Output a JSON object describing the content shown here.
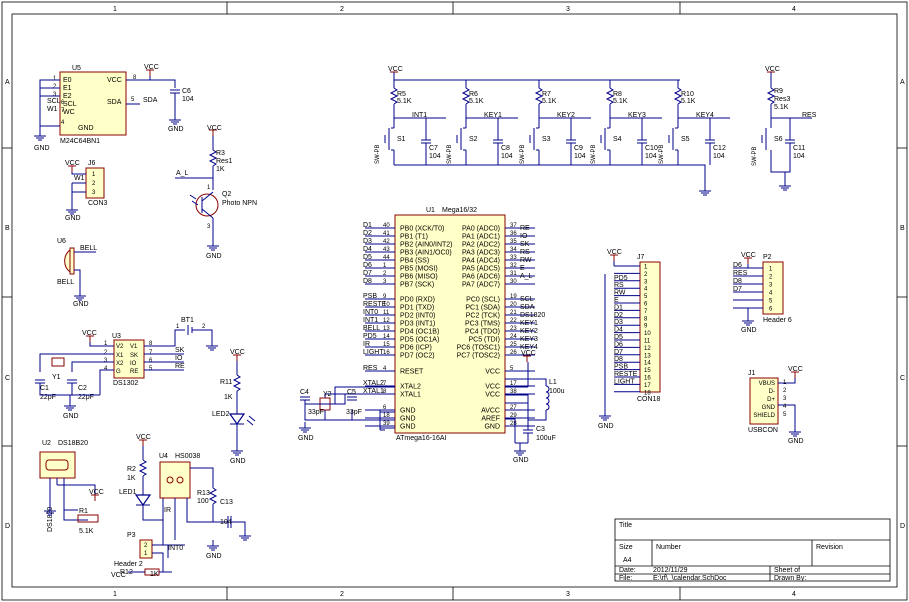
{
  "zones": {
    "cols": [
      "1",
      "2",
      "3",
      "4"
    ],
    "rows": [
      "A",
      "B",
      "C",
      "D"
    ]
  },
  "power": {
    "vcc": "VCC",
    "gnd": "GND"
  },
  "u5": {
    "des": "U5",
    "part": "M24C64BN1",
    "pins": {
      "e0": "E0",
      "e1": "E1",
      "e2": "E2",
      "scl": "SCL",
      "wc": "WC",
      "gnd": "GND",
      "vcc": "VCC",
      "sda": "SDA"
    },
    "nums": {
      "p1": "1",
      "p2": "2",
      "p3": "3",
      "p6": "6",
      "p7": "7",
      "p4": "4",
      "p8": "8",
      "p5": "5"
    },
    "nets": {
      "scl": "SCL",
      "wc": "W1",
      "sda": "SDA"
    }
  },
  "c6": {
    "des": "C6",
    "val": "104"
  },
  "j6": {
    "des": "J6",
    "part": "CON3",
    "pins": [
      "1",
      "2",
      "3"
    ],
    "net": "W1"
  },
  "r3": {
    "des": "R3",
    "val": "Res1",
    "val2": "1K"
  },
  "q2": {
    "des": "Q2",
    "part": "Photo NPN",
    "net": "A_L",
    "pins": [
      "1",
      "3"
    ]
  },
  "u6": {
    "des": "U6",
    "part": "BELL",
    "net": "BELL"
  },
  "keys": {
    "s1": {
      "des": "S1",
      "r": "R5",
      "rv": "5.1K",
      "c": "C7",
      "cv": "104",
      "net": "INT1",
      "sw": "SW-PB"
    },
    "s2": {
      "des": "S2",
      "r": "R6",
      "rv": "5.1K",
      "c": "C8",
      "cv": "104",
      "net": "KEY1",
      "sw": "SW-PB"
    },
    "s3": {
      "des": "S3",
      "r": "R7",
      "rv": "5.1K",
      "c": "C9",
      "cv": "104",
      "net": "KEY2",
      "sw": "SW-PB"
    },
    "s4": {
      "des": "S4",
      "r": "R8",
      "rv": "5.1K",
      "c": "C10",
      "cv": "104",
      "net": "KEY3",
      "sw": "SW-PB"
    },
    "s5": {
      "des": "S5",
      "r": "R10",
      "rv": "5.1K",
      "c": "C12",
      "cv": "104",
      "net": "KEY4",
      "sw": "SW-PB"
    },
    "s6": {
      "des": "S6",
      "r": "R9",
      "rv": "Res3",
      "rv2": "5.1K",
      "c": "C11",
      "cv": "104",
      "net": "RES",
      "sw": "SW-PB"
    }
  },
  "u1": {
    "des": "U1",
    "part": "Mega16/32",
    "footer": "ATmega16-16AI",
    "left": [
      {
        "net": "D1",
        "num": "40",
        "pin": "PB0 (XCK/T0)"
      },
      {
        "net": "D2",
        "num": "41",
        "pin": "PB1 (T1)"
      },
      {
        "net": "D3",
        "num": "42",
        "pin": "PB2 (AIN0/INT2)"
      },
      {
        "net": "D4",
        "num": "43",
        "pin": "PB3 (AIN1/OC0)"
      },
      {
        "net": "D5",
        "num": "44",
        "pin": "PB4 (SS)"
      },
      {
        "net": "D6",
        "num": "1",
        "pin": "PB5 (MOSI)"
      },
      {
        "net": "D7",
        "num": "2",
        "pin": "PB6 (MISO)"
      },
      {
        "net": "D8",
        "num": "3",
        "pin": "PB7 (SCK)"
      },
      {
        "net": "PSB",
        "num": "9",
        "pin": "PD0 (RXD)"
      },
      {
        "net": "RESTE",
        "num": "10",
        "pin": "PD1 (TXD)"
      },
      {
        "net": "INT0",
        "num": "11",
        "pin": "PD2 (INT0)"
      },
      {
        "net": "INT1",
        "num": "12",
        "pin": "PD3 (INT1)"
      },
      {
        "net": "BELL",
        "num": "13",
        "pin": "PD4 (OC1B)"
      },
      {
        "net": "PD5",
        "num": "14",
        "pin": "PD5 (OC1A)"
      },
      {
        "net": "IR",
        "num": "15",
        "pin": "PD6 (ICP)"
      },
      {
        "net": "LIGHT",
        "num": "16",
        "pin": "PD7 (OC2)"
      },
      {
        "net": "RES",
        "num": "4",
        "pin": "RESET"
      },
      {
        "net": "XTAL2",
        "num": "7",
        "pin": "XTAL2"
      },
      {
        "net": "XTAL1",
        "num": "8",
        "pin": "XTAL1"
      },
      {
        "net": "",
        "num": "6",
        "pin": "GND"
      },
      {
        "net": "",
        "num": "18",
        "pin": "GND"
      },
      {
        "net": "",
        "num": "39",
        "pin": "GND"
      }
    ],
    "right": [
      {
        "net": "RE",
        "num": "37",
        "pin": "PA0 (ADC0)"
      },
      {
        "net": "IO",
        "num": "36",
        "pin": "PA1 (ADC1)"
      },
      {
        "net": "SK",
        "num": "35",
        "pin": "PA2 (ADC2)"
      },
      {
        "net": "RS",
        "num": "34",
        "pin": "PA3 (ADC3)"
      },
      {
        "net": "RW",
        "num": "33",
        "pin": "PA4 (ADC4)"
      },
      {
        "net": "E",
        "num": "32",
        "pin": "PA5 (ADC5)"
      },
      {
        "net": "A_L",
        "num": "31",
        "pin": "PA6 (ADC6)"
      },
      {
        "net": "",
        "num": "30",
        "pin": "PA7 (ADC7)"
      },
      {
        "net": "SCL",
        "num": "19",
        "pin": "PC0 (SCL)"
      },
      {
        "net": "SDA",
        "num": "20",
        "pin": "PC1 (SDA)"
      },
      {
        "net": "DS1820",
        "num": "21",
        "pin": "PC2 (TCK)"
      },
      {
        "net": "KEY1",
        "num": "22",
        "pin": "PC3 (TMS)"
      },
      {
        "net": "KEY2",
        "num": "23",
        "pin": "PC4 (TDO)"
      },
      {
        "net": "KEY3",
        "num": "24",
        "pin": "PC5 (TDI)"
      },
      {
        "net": "KEY4",
        "num": "25",
        "pin": "PC6 (TOSC1)"
      },
      {
        "net": "",
        "num": "26",
        "pin": "PC7 (TOSC2)"
      },
      {
        "net": "",
        "num": "5",
        "pin": "VCC"
      },
      {
        "net": "",
        "num": "17",
        "pin": "VCC"
      },
      {
        "net": "",
        "num": "38",
        "pin": "VCC"
      },
      {
        "net": "",
        "num": "27",
        "pin": "AVCC"
      },
      {
        "net": "",
        "num": "29",
        "pin": "AREF"
      },
      {
        "net": "",
        "num": "28",
        "pin": "GND"
      }
    ]
  },
  "l1": {
    "des": "L1",
    "val": "100u"
  },
  "c3": {
    "des": "C3",
    "val": "100uF"
  },
  "y2": {
    "des": "Y2",
    "c4": "C4",
    "c5": "C5",
    "c4v": "33pF",
    "c5v": "33pF"
  },
  "u3": {
    "des": "U3",
    "part": "DS1302",
    "pins": {
      "v2": "V2",
      "v1": "V1",
      "x1": "X1",
      "sk": "SK",
      "x2": "X2",
      "io": "IO",
      "g": "G",
      "re": "RE"
    },
    "nums": {
      "p1": "1",
      "p8": "8",
      "p2": "2",
      "p7": "7",
      "p3": "3",
      "p6": "6",
      "p4": "4",
      "p5": "5"
    },
    "nets": {
      "sk": "SK",
      "io": "IO",
      "re": "RE"
    }
  },
  "y1": {
    "des": "Y1",
    "c1": "C1",
    "c2": "C2",
    "c1v": "22pF",
    "c2v": "22pF"
  },
  "bt1": {
    "des": "BT1",
    "p1": "1",
    "p2": "2"
  },
  "r11": {
    "des": "R11",
    "val": "1K"
  },
  "led2": {
    "des": "LED2"
  },
  "u2": {
    "des": "U2",
    "part": "DS18B20",
    "net": "DS1820"
  },
  "r1": {
    "des": "R1",
    "val": "5.1K"
  },
  "r2": {
    "des": "R2",
    "val": "1K"
  },
  "led1": {
    "des": "LED1"
  },
  "u4": {
    "des": "U4",
    "part": "HS0038",
    "net": "IR"
  },
  "r13": {
    "des": "R13",
    "val": "100"
  },
  "c13": {
    "des": "C13",
    "val": "104"
  },
  "p3": {
    "des": "P3",
    "part": "Header 2",
    "pins": [
      "2",
      "1"
    ],
    "net": "INT0"
  },
  "r12": {
    "des": "R12",
    "val": "1K"
  },
  "j7": {
    "des": "J7",
    "part": "CON18",
    "nets": [
      "VCC",
      "",
      "PD5",
      "RS",
      "RW",
      "E",
      "D1",
      "D2",
      "D3",
      "D4",
      "D5",
      "D6",
      "D7",
      "D8",
      "PSB",
      "RESTE",
      "LIGHT",
      ""
    ],
    "pins": [
      "1",
      "2",
      "3",
      "4",
      "5",
      "6",
      "7",
      "8",
      "9",
      "10",
      "11",
      "12",
      "13",
      "14",
      "15",
      "16",
      "17",
      "18"
    ]
  },
  "p2": {
    "des": "P2",
    "part": "Header 6",
    "nets": [
      "D6",
      "RES",
      "D8",
      "D7",
      "",
      ""
    ],
    "pins": [
      "1",
      "2",
      "3",
      "4",
      "5",
      "6"
    ]
  },
  "j1": {
    "des": "J1",
    "part": "USBCON",
    "pins": [
      "VBUS",
      "D-",
      "D+",
      "GND",
      "SHIELD"
    ],
    "nums": [
      "1",
      "2",
      "3",
      "4",
      "5"
    ]
  },
  "title_block": {
    "title": "Title",
    "size": "Size",
    "size_val": "A4",
    "number": "Number",
    "revision": "Revision",
    "date": "Date:",
    "date_val": "2012/11/29",
    "file": "File:",
    "file_val": "E:\\rf\\_\\calendar.SchDoc",
    "sheet": "Sheet    of",
    "drawn": "Drawn By:"
  }
}
